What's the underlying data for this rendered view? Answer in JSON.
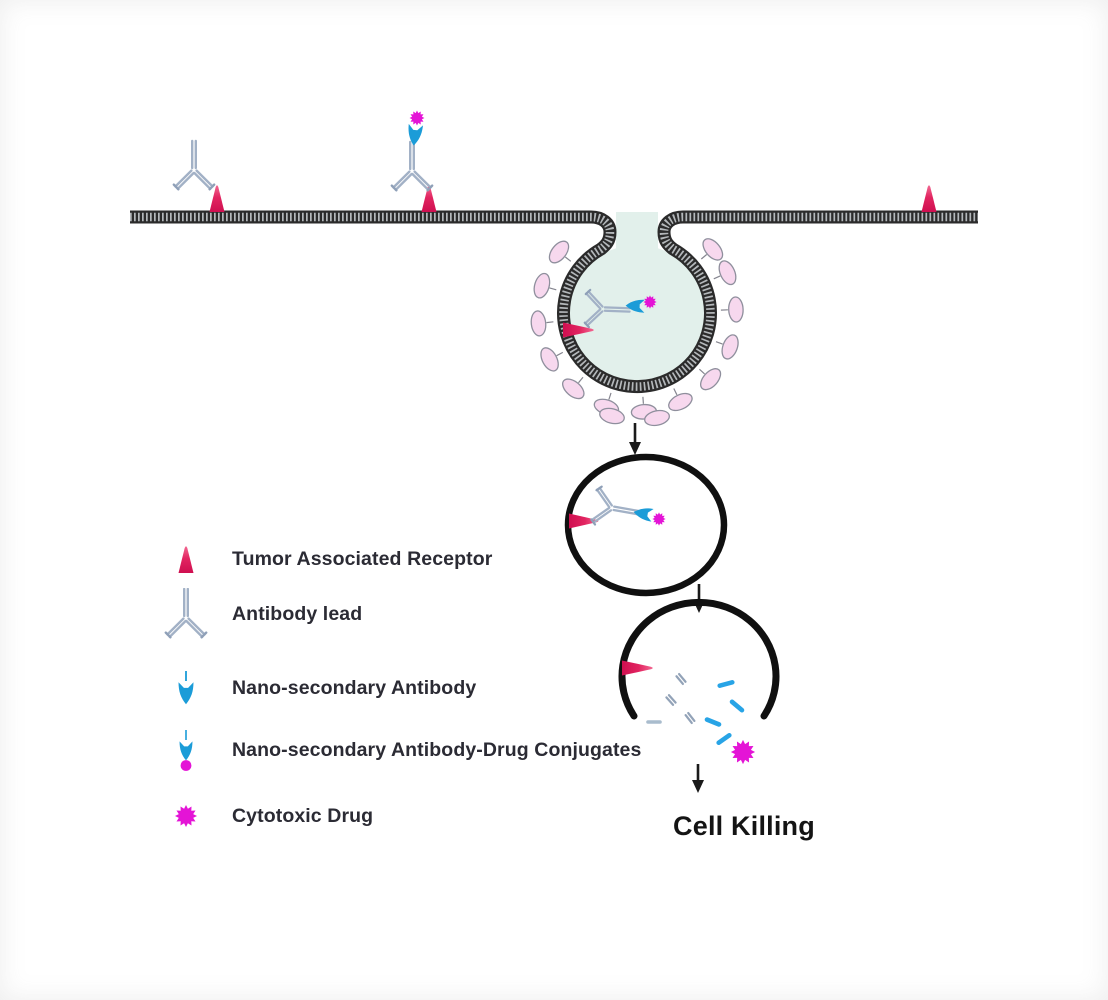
{
  "diagram": {
    "legend": {
      "items": [
        {
          "id": "tumor-associated-receptor",
          "label": "Tumor Associated Receptor"
        },
        {
          "id": "antibody-lead",
          "label": "Antibody lead"
        },
        {
          "id": "nano-secondary-antibody",
          "label": "Nano-secondary Antibody"
        },
        {
          "id": "nano-secondary-antibody-drug-conjugates",
          "label": "Nano-secondary Antibody-Drug Conjugates"
        },
        {
          "id": "cytotoxic-drug",
          "label": "Cytotoxic Drug"
        }
      ]
    },
    "outcome_label": "Cell Killing",
    "colors": {
      "receptor_pink": "#de1657",
      "antibody_steel_blue": "#a2b1c6",
      "nanobody_blue": "#1b9cd8",
      "drug_magenta": "#e414d6",
      "vesicle_outline": "#101010",
      "membrane_dark": "#2b2b2b",
      "pit_lumen_teal": "#e2f0eb",
      "coat_oval_pink": "#f7d8ee"
    }
  }
}
